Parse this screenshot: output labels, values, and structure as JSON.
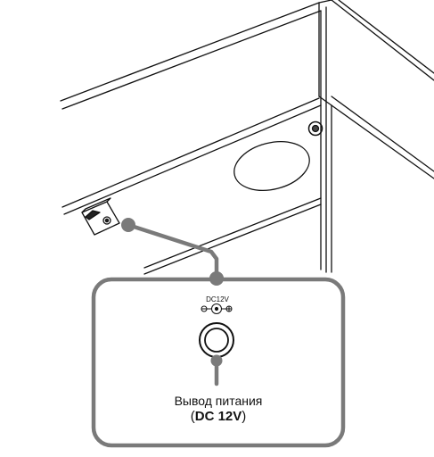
{
  "jack_label": "DC12V",
  "caption": {
    "line1": "Вывод питания",
    "open_paren": "(",
    "strong": "DC 12V",
    "close_paren": ")"
  },
  "colors": {
    "callout_stroke": "#7a7a7a",
    "outline": "#111111"
  }
}
